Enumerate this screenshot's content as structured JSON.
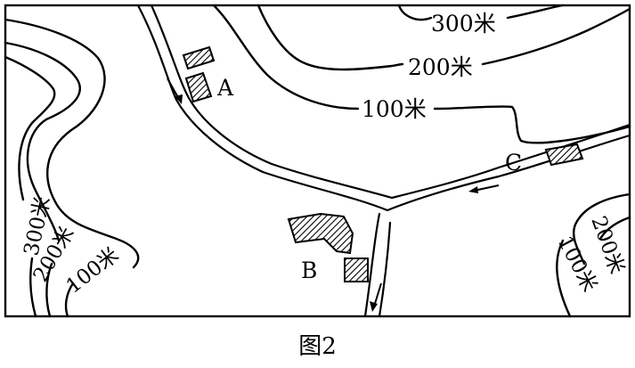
{
  "caption": "图2",
  "contours": {
    "c300_top": "300米",
    "c200_top": "200米",
    "c100_top": "100米",
    "c300_left": "300米",
    "c200_left": "200米",
    "c100_left": "100米",
    "c200_right": "200米",
    "c100_right": "100米"
  },
  "settlements": {
    "a": "A",
    "b": "B",
    "c": "C"
  }
}
